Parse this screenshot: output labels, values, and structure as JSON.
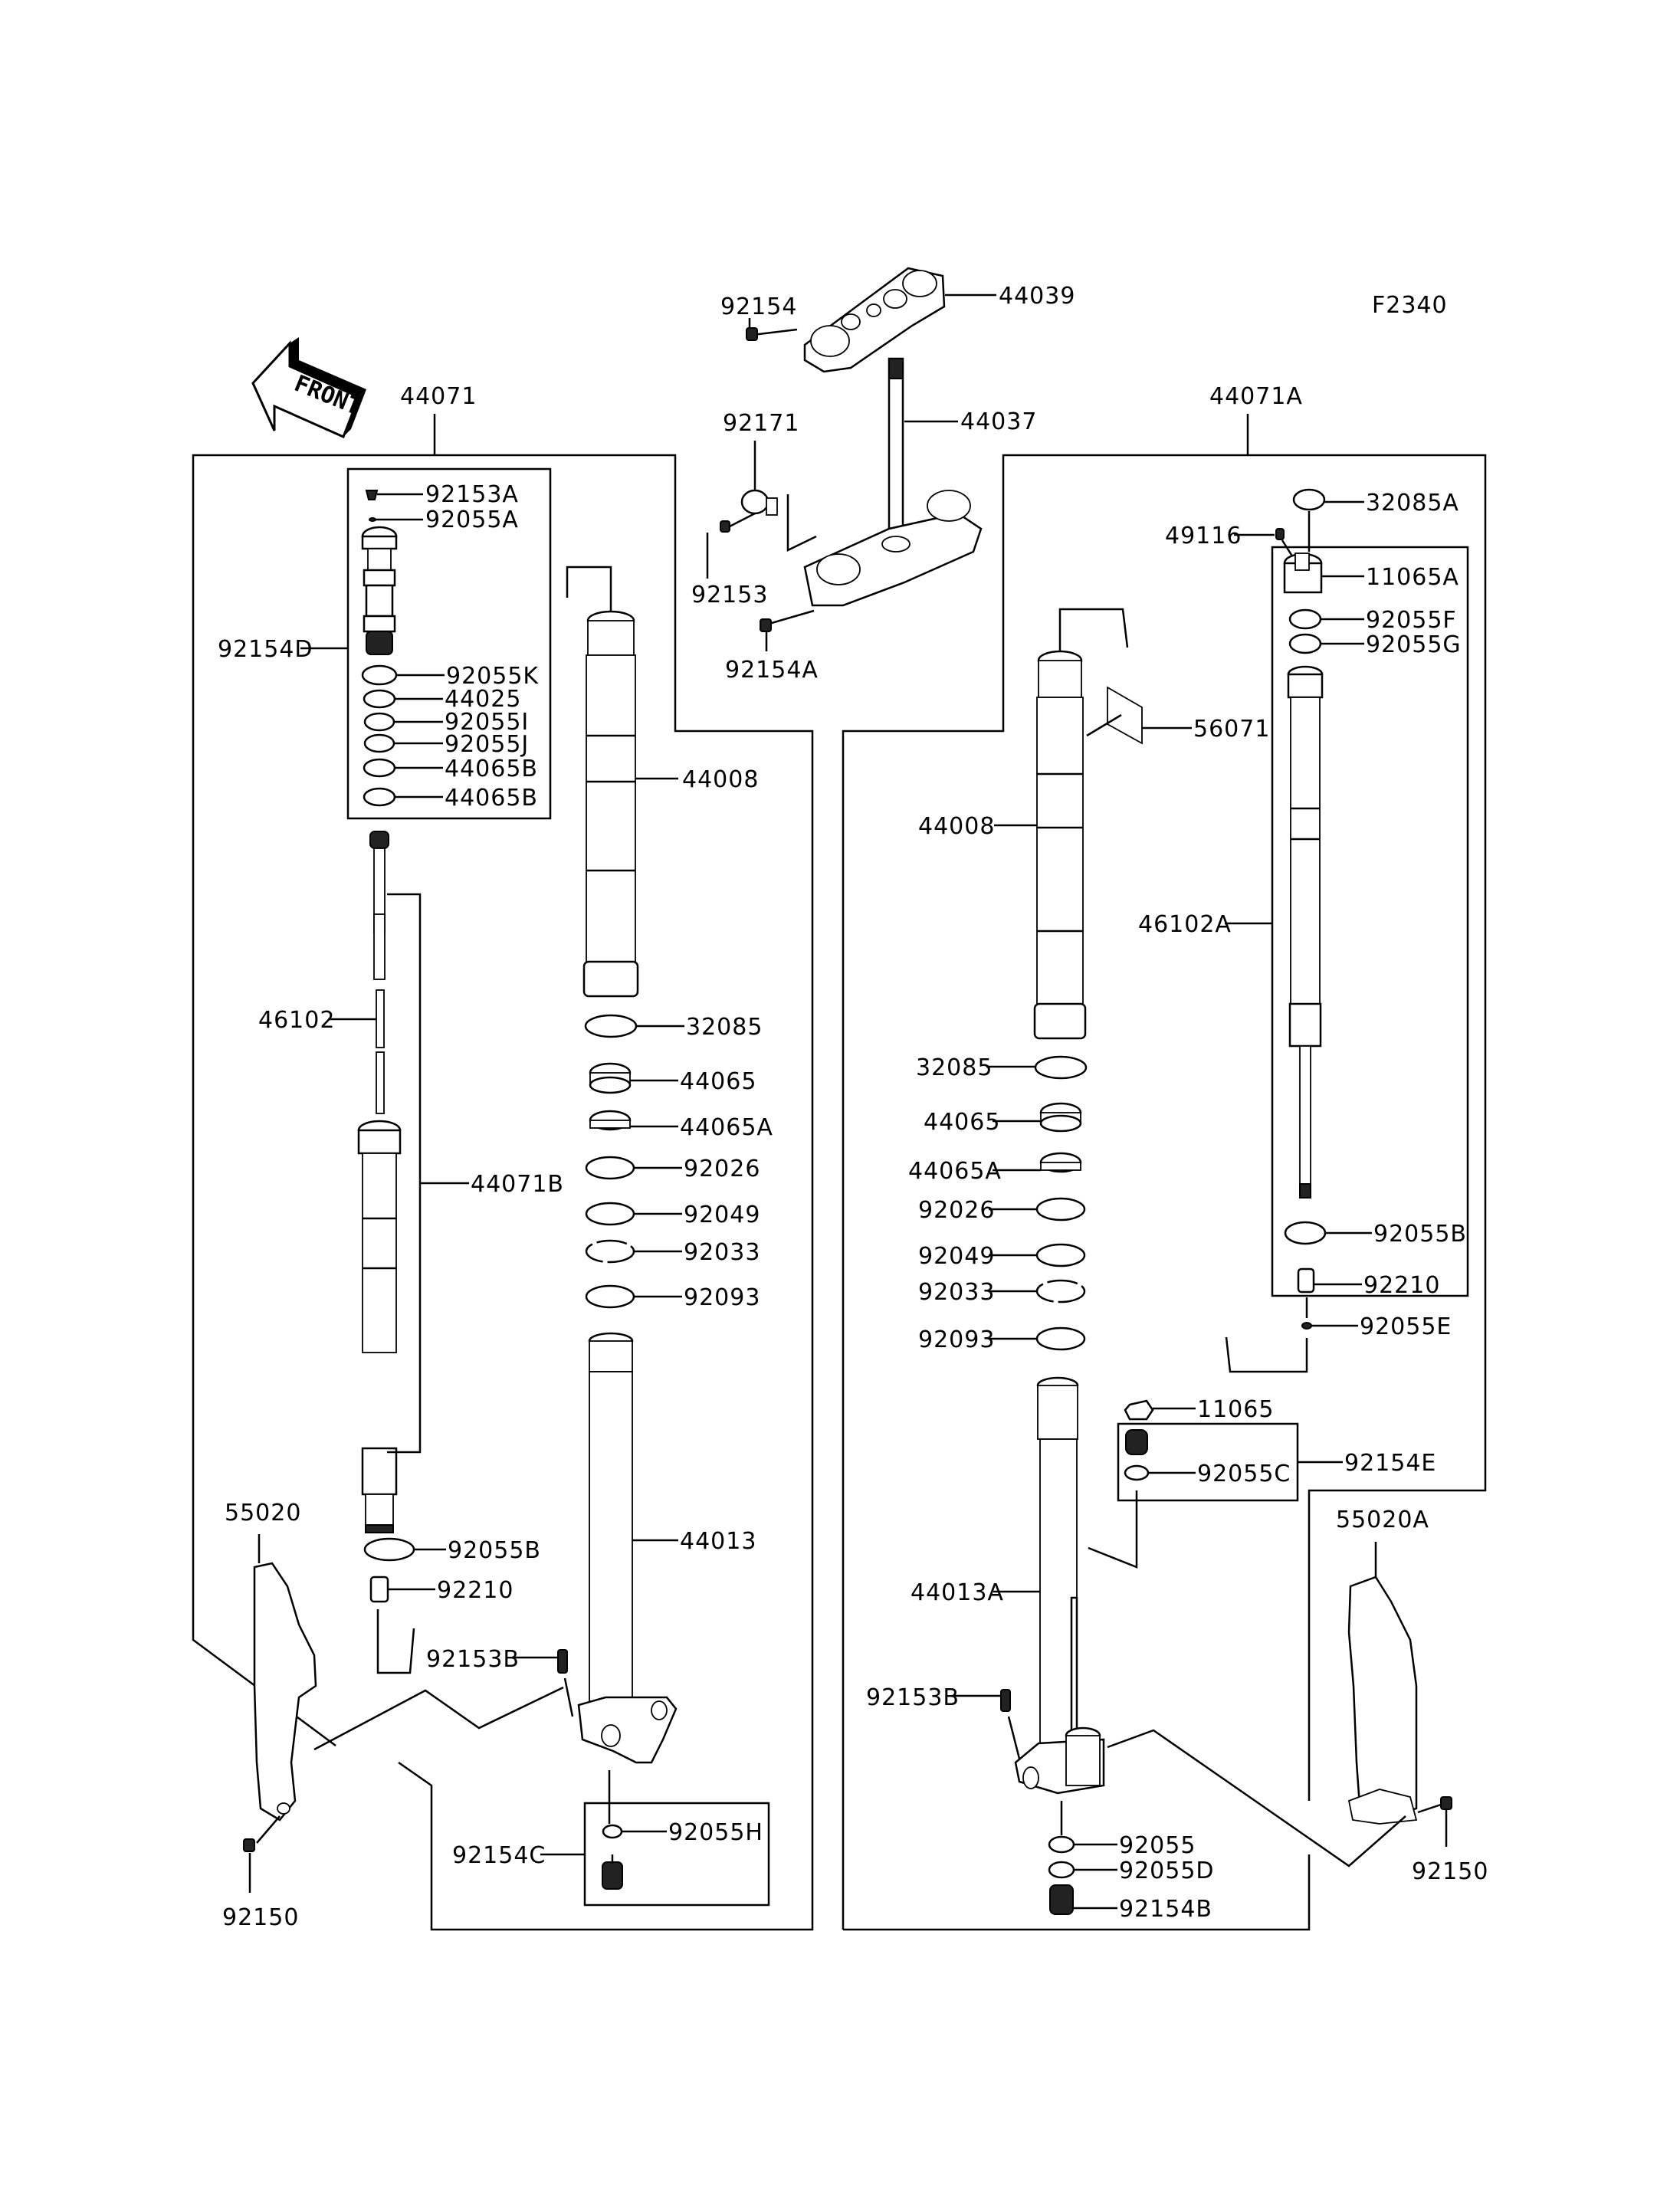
{
  "diagram": {
    "code": "F2340",
    "front_arrow": "FRONT",
    "assemblies": {
      "left_fork": "44071",
      "right_fork": "44071A",
      "left_cartridge": "44071B"
    },
    "steering": {
      "upper_bracket": "44039",
      "upper_bolt": "92154",
      "stem": "44037",
      "clamp": "92171",
      "clamp_bolt": "92153",
      "lower_bolt": "92154A"
    },
    "left": {
      "cap_kit": "92154D",
      "cap_parts": [
        "92153A",
        "92055A"
      ],
      "cap_rings": [
        "92055K",
        "44025",
        "92055I",
        "92055J",
        "44065B",
        "44065B"
      ],
      "rod": "46102",
      "outer_tube": "44008",
      "seals": [
        "32085",
        "44065",
        "44065A",
        "92026",
        "92049",
        "92033",
        "92093"
      ],
      "inner_tube": "44013",
      "guard": "55020",
      "guard_bolt": "92150",
      "oring_b": "92055B",
      "collar": "92210",
      "axle_bolt": "92153B",
      "bottom_kit": "92154C",
      "bottom_oring": "92055H"
    },
    "right": {
      "top_ring": "32085A",
      "valve": "49116",
      "cap": "11065A",
      "cap_orings": [
        "92055F",
        "92055G"
      ],
      "label": "56071",
      "outer_tube": "44008",
      "cartridge": "46102A",
      "seals": [
        "32085",
        "44065",
        "44065A",
        "92026",
        "92049",
        "92033",
        "92093"
      ],
      "oring_b": "92055B",
      "collar": "92210",
      "oring_e": "92055E",
      "nut": "11065",
      "kit_e": "92154E",
      "oring_c": "92055C",
      "inner_tube": "44013A",
      "axle_bolt": "92153B",
      "guard": "55020A",
      "guard_bolt": "92150",
      "bottom_orings": [
        "92055",
        "92055D"
      ],
      "bottom_bolt": "92154B"
    }
  }
}
